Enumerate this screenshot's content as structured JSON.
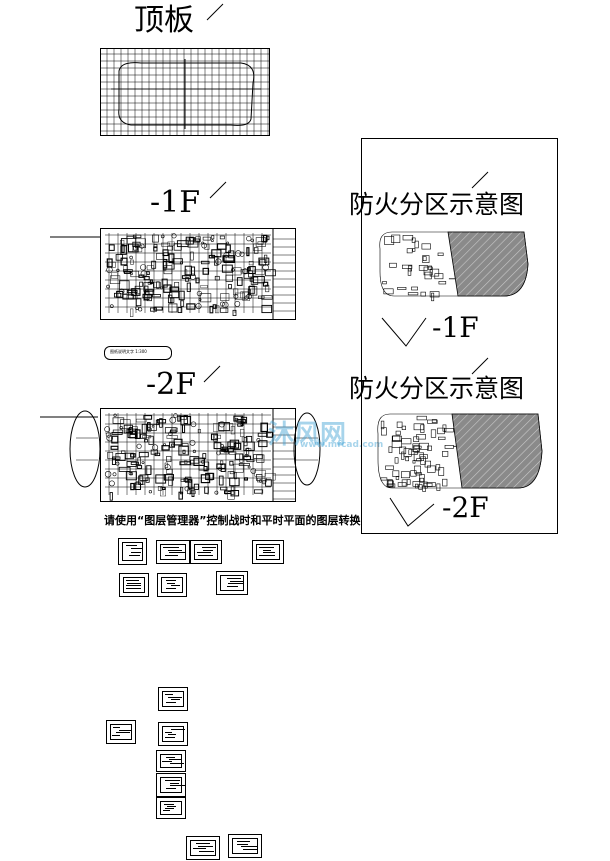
{
  "labels": {
    "top_slab": "顶板",
    "floor_b1": "-1F",
    "floor_b2": "-2F",
    "fire_zone_title_1": "防火分区示意图",
    "fire_zone_title_2": "防火分区示意图",
    "fire_zone_b1": "-1F",
    "fire_zone_b2": "-2F",
    "layer_notice": "请使用“图层管理器”控制战时和平时平面的图层转换",
    "small_caption": "图纸说明文字 1:300"
  },
  "watermark": {
    "main": "沐风网",
    "sub": "www.mfcad.com"
  },
  "colors": {
    "line": "#000000",
    "hatch": "#7a7a7a",
    "watermark": "#3ca0d2"
  }
}
